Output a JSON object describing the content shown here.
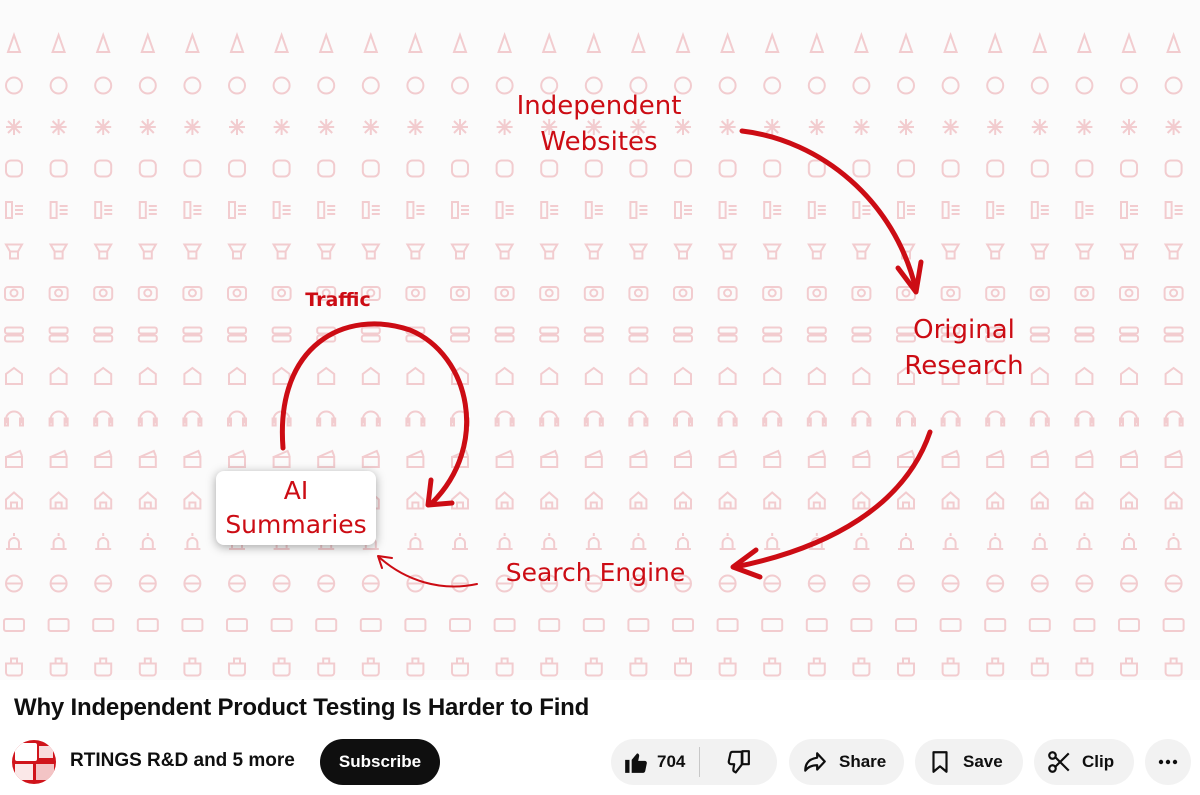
{
  "video": {
    "title": "Why Independent Product Testing Is Harder to Find",
    "frame": {
      "label_independent": "Independent\nWebsites",
      "label_original": "Original\nResearch",
      "label_search": "Search Engine",
      "label_ai": "AI\nSummaries",
      "label_traffic": "Traffic",
      "accent_color": "#cc0c14"
    }
  },
  "channel": {
    "name": "RTINGS R&D and 5 more",
    "subscribe_label": "Subscribe"
  },
  "actions": {
    "like_count": "704",
    "share_label": "Share",
    "save_label": "Save",
    "clip_label": "Clip",
    "icons": [
      "thumbs-up-icon",
      "thumbs-down-icon",
      "share-arrow-icon",
      "bookmark-icon",
      "scissors-icon",
      "more-dots-icon"
    ]
  }
}
